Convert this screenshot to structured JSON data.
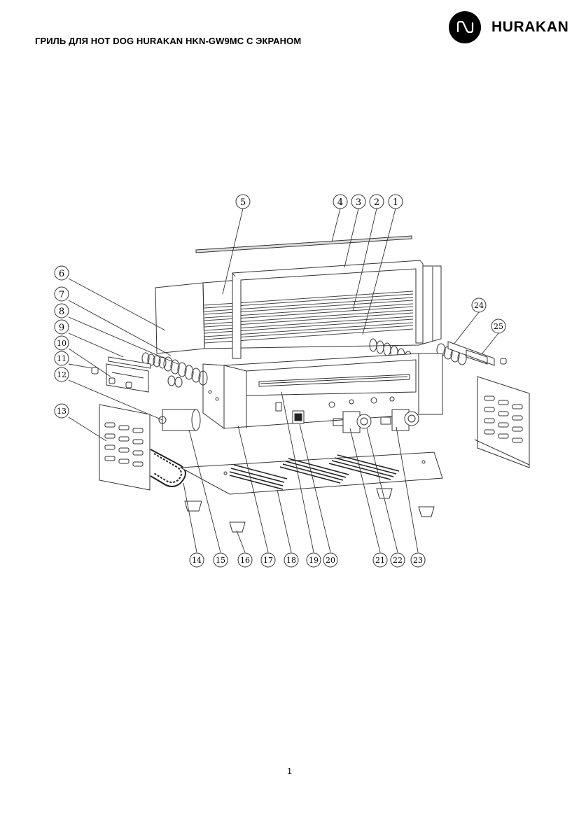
{
  "document": {
    "title": "ГРИЛЬ ДЛЯ HOT DOG HURAKAN HKN-GW9MC С ЭКРАНОМ",
    "page_number": "1"
  },
  "brand": {
    "name": "HURAKAN",
    "logo_icon": "hurakan-logo-icon"
  },
  "diagram": {
    "callouts": [
      "1",
      "2",
      "3",
      "4",
      "5",
      "6",
      "7",
      "8",
      "9",
      "10",
      "11",
      "12",
      "13",
      "14",
      "15",
      "16",
      "17",
      "18",
      "19",
      "20",
      "21",
      "22",
      "23",
      "24",
      "25"
    ]
  }
}
